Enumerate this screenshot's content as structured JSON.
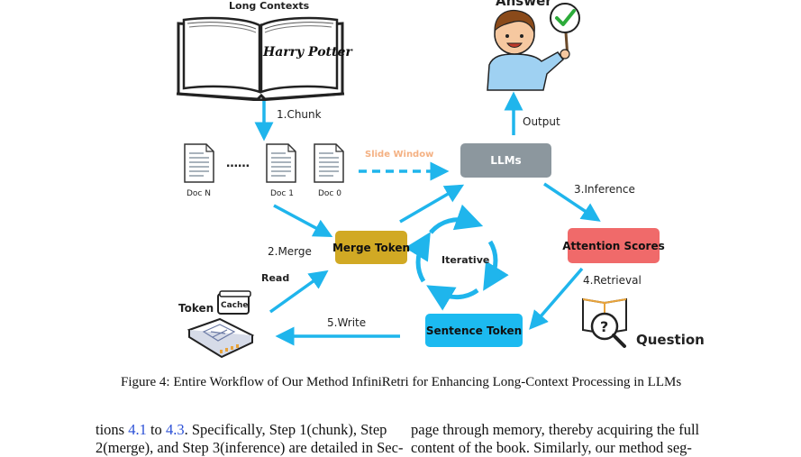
{
  "figure": {
    "title_long_contexts": "Long Contexts",
    "book_title": "Harry Potter",
    "chunk_label": "1.Chunk",
    "docs": [
      "Doc N",
      "Doc 1",
      "Doc 0"
    ],
    "ellipsis": "……",
    "slide_window": "Slide Window",
    "llms": "LLMs",
    "output": "Output",
    "answer": "Answer",
    "inference": "3.Inference",
    "attention_scores": "Attention Scores",
    "retrieval": "4.Retrieval",
    "question": "Question",
    "merge_label": "2.Merge",
    "merge_token": "Merge Token",
    "iterative": "Iterative",
    "read": "Read",
    "token": "Token",
    "cache": "Cache",
    "write": "5.Write",
    "sentence_token": "Sentence Token",
    "colors": {
      "arrow": "#1fb5ec",
      "llms_box": "#8c979e",
      "merge_box": "#d1a924",
      "attention_box": "#f06a6a",
      "sentence_box": "#1cbaf0",
      "slide_window_text": "#f4b183"
    }
  },
  "caption": {
    "prefix": "Figure 4: ",
    "text": "Entire Workflow of Our Method InfiniRetri for Enhancing Long-Context Processing in LLMs"
  },
  "body": {
    "left": {
      "line1_a": "tions ",
      "line1_ref1": "4.1",
      "line1_b": " to ",
      "line1_ref2": "4.3",
      "line1_c": ". Specifically, Step 1(chunk), Step",
      "line2": "2(merge), and Step 3(inference) are detailed in Sec-"
    },
    "right": {
      "line1": "page through memory, thereby acquiring the full",
      "line2": "content of the book. Similarly, our method seg-"
    }
  }
}
